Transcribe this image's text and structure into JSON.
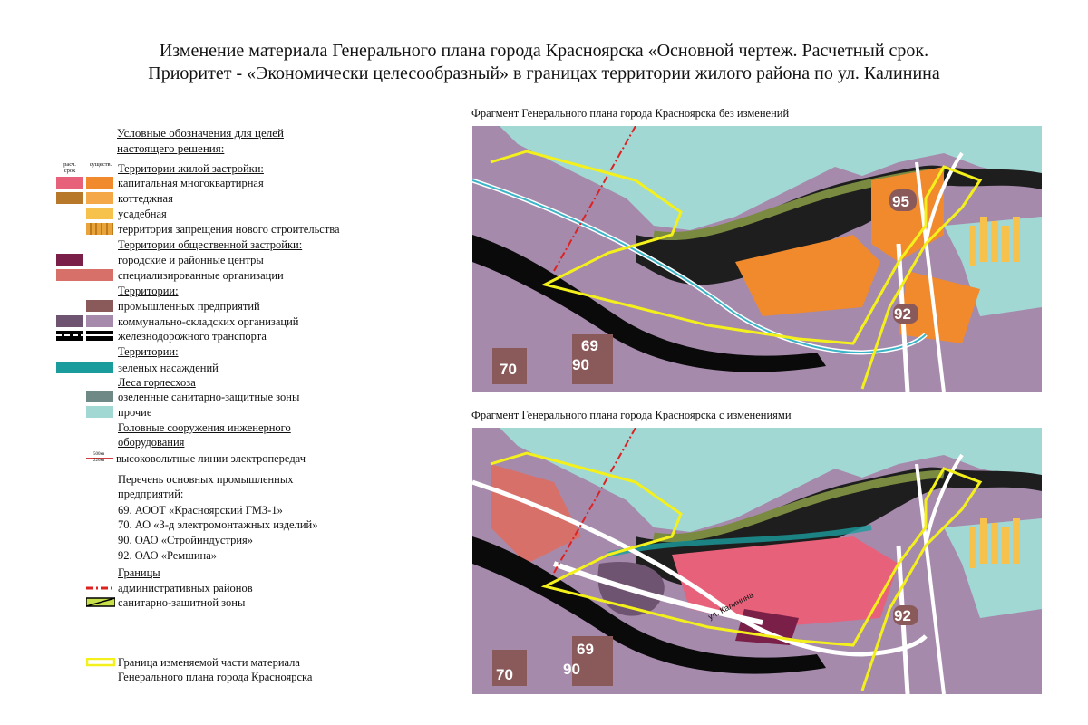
{
  "title": {
    "line1": "Изменение материала Генерального плана города Красноярска «Основной чертеж. Расчетный срок.",
    "line2": "Приоритет - «Экономически целесообразный» в границах территории жилого района по ул. Калинина"
  },
  "legend": {
    "heading1": "Условные обозначения для целей",
    "heading2": "настоящего решения:",
    "col_calc": "расч. срок",
    "col_exist": "существ.",
    "residential_heading": "Территории жилой застройки:",
    "residential": [
      {
        "label": "капитальная многоквартирная",
        "calc_color": "#e8617a",
        "exist_color": "#f08a2c"
      },
      {
        "label": "коттеджная",
        "calc_color": "#b8782a",
        "exist_color": "#f4a848"
      },
      {
        "label": "усадебная",
        "calc_color": "",
        "exist_color": "#f6c24c"
      },
      {
        "label": "территория запрещения нового строительства",
        "calc_color": "",
        "exist_color": "#e8a43a"
      }
    ],
    "public_heading": "Территории общественной застройки:",
    "public": [
      {
        "label": "городские и районные центры",
        "color": "#7a2048"
      },
      {
        "label": "специализированные организации",
        "color": "#d8706a"
      }
    ],
    "territories_heading": "Территории:",
    "territories": [
      {
        "label": "промышленных предприятий",
        "calc_color": "",
        "exist_color": "#8a5a5a"
      },
      {
        "label": "коммунально-складских организаций",
        "calc_color": "#6e5470",
        "exist_color": "#a58aac"
      },
      {
        "label": "железнодорожного транспорта",
        "calc_color": "#000000",
        "exist_color": "#000000"
      }
    ],
    "territories2_heading": "Территории:",
    "green_label": "зеленых насаждений",
    "green_color": "#1a9c9c",
    "forest_heading": "Леса горлесхоза",
    "forest": [
      {
        "label": "озеленные санитарно-защитные зоны",
        "color": "#6f8a86"
      },
      {
        "label": "прочие",
        "color": "#a2d8d4"
      }
    ],
    "engineering_heading1": "Головные сооружения инженерного",
    "engineering_heading2": "оборудования",
    "powerline_label": "высоковольтные линии электропередач",
    "powerline_small1": "500кв",
    "powerline_small2": "220кв",
    "enterprises_heading1": "Перечень основных промышленных",
    "enterprises_heading2": "предприятий:",
    "enterprises": [
      "69. АООТ «Красноярский ГМЗ-1»",
      "70. АО «З-д электромонтажных изделий»",
      "90. ОАО  «Стройиндустрия»",
      "92. ОАО «Ремшина»"
    ],
    "borders_heading": "Границы",
    "border_admin": "административных районов",
    "border_sanitary": "санитарно-защитной зоны",
    "boundary_line1": "Граница изменяемой части материала",
    "boundary_line2": "Генерального плана города Красноярска"
  },
  "map_top": {
    "title": "Фрагмент Генерального плана города Красноярска без изменений",
    "labels": {
      "l95": "95",
      "l92": "92",
      "l69": "69",
      "l90": "90",
      "l70": "70"
    }
  },
  "map_bottom": {
    "title": "Фрагмент Генерального плана города Красноярска с изменениями",
    "labels": {
      "l92": "92",
      "l69": "69",
      "l90": "90",
      "l70": "70"
    },
    "street": "ул. Калинина"
  }
}
